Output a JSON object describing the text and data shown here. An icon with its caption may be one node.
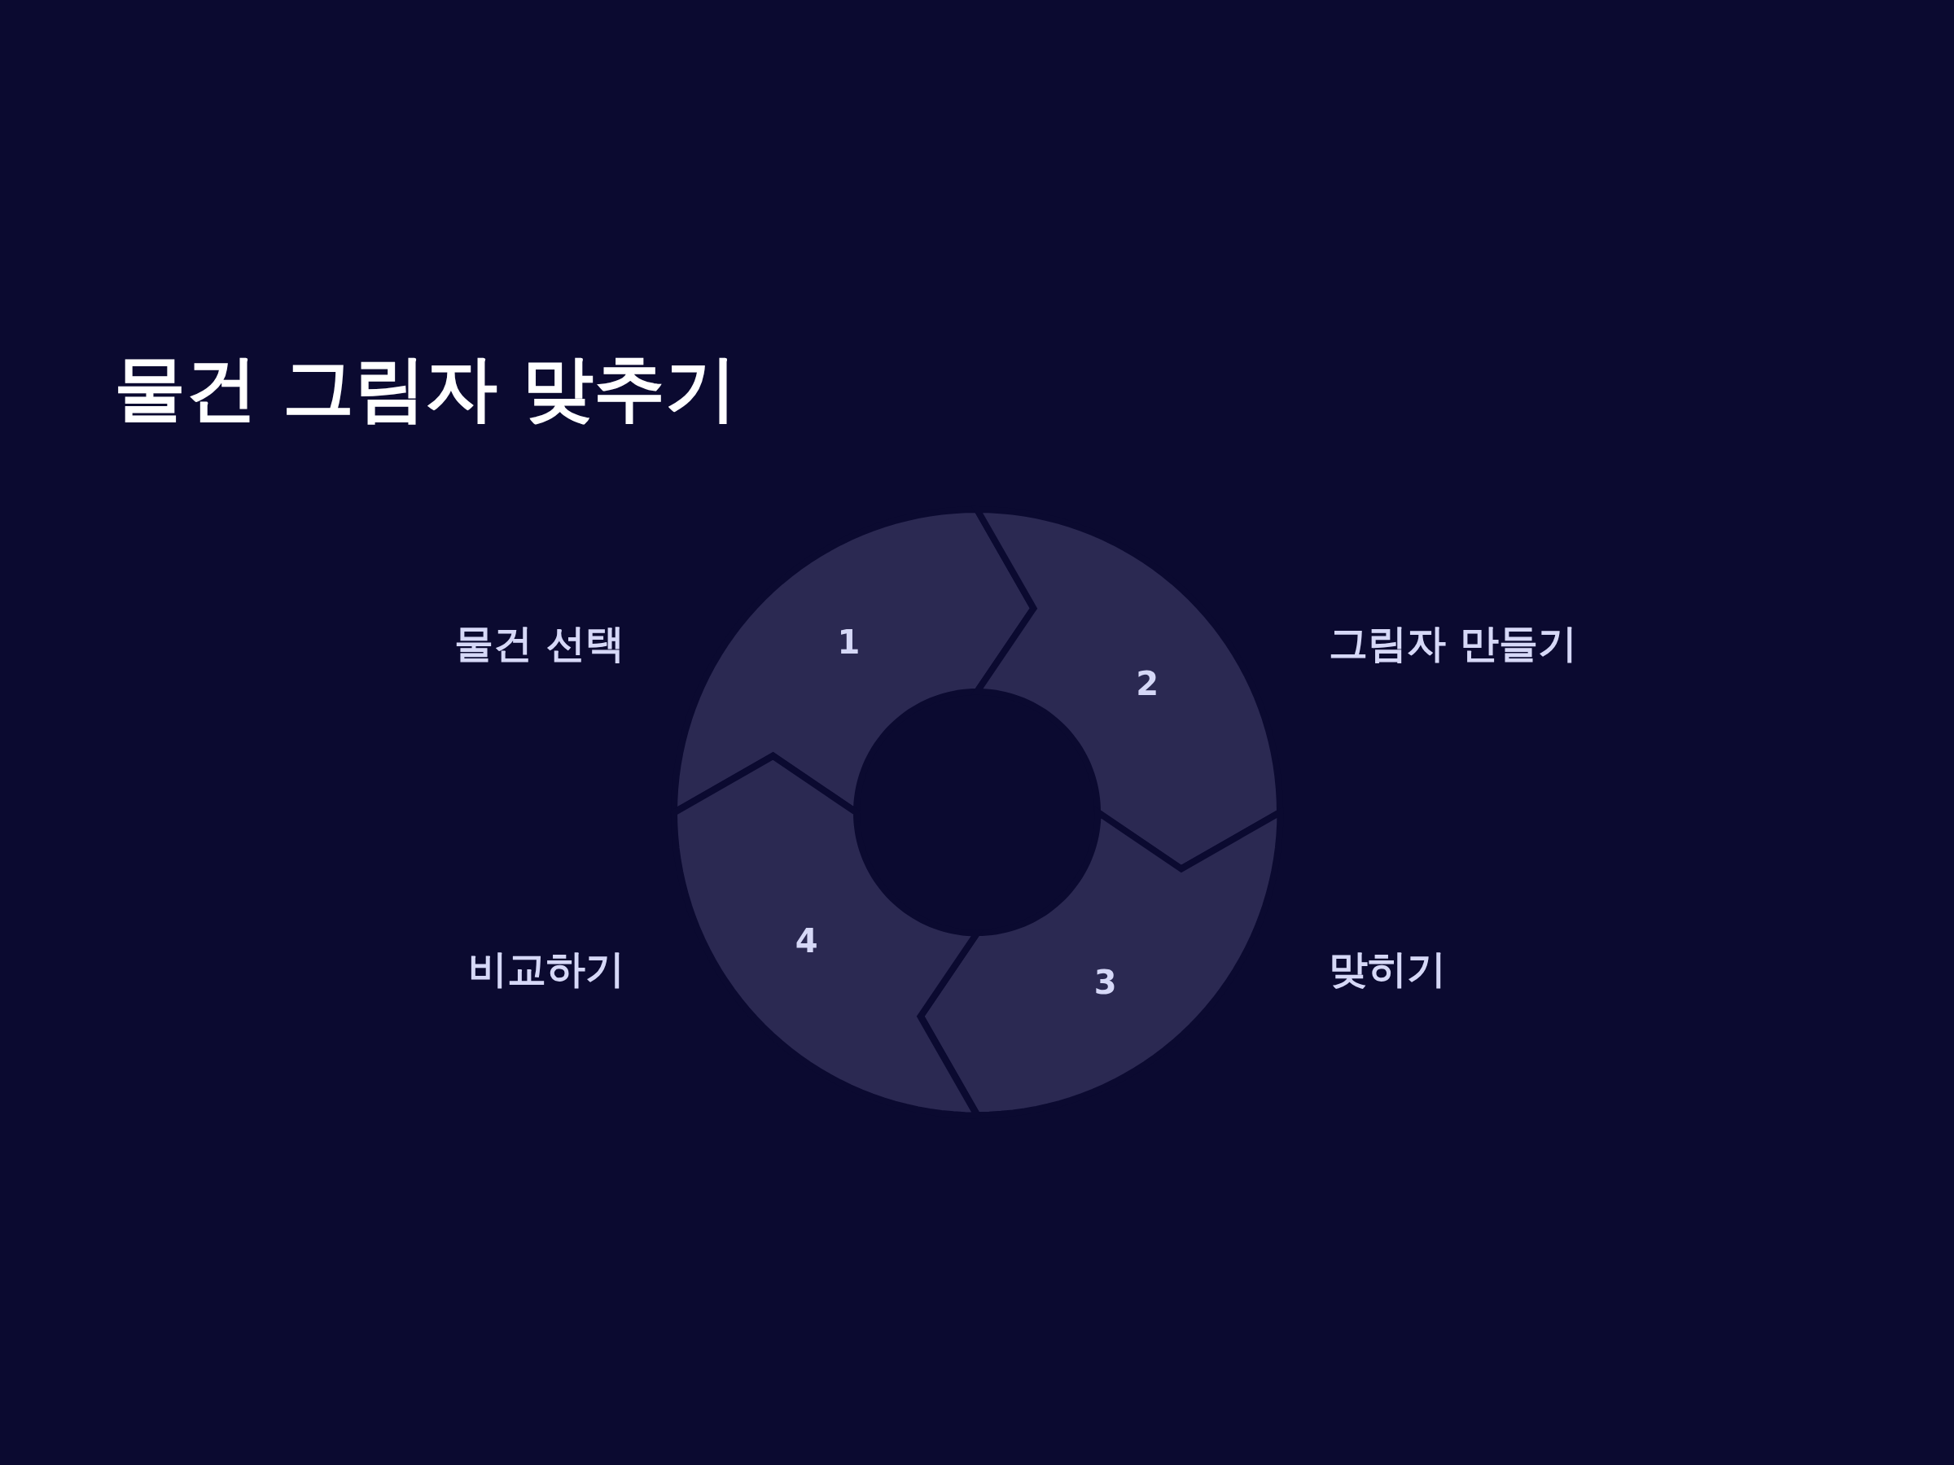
{
  "diagram": {
    "title": "물건 그림자 맞추기",
    "nodes": [
      {
        "text": [
          "1"
        ],
        "beside": [
          "물건 선택"
        ]
      },
      {
        "text": [
          "2"
        ],
        "beside": [
          "그림자 만들기"
        ]
      },
      {
        "text": [
          "3"
        ],
        "beside": [
          "맞히기"
        ]
      },
      {
        "text": [
          "4"
        ],
        "beside": [
          "비교하기"
        ]
      }
    ]
  }
}
